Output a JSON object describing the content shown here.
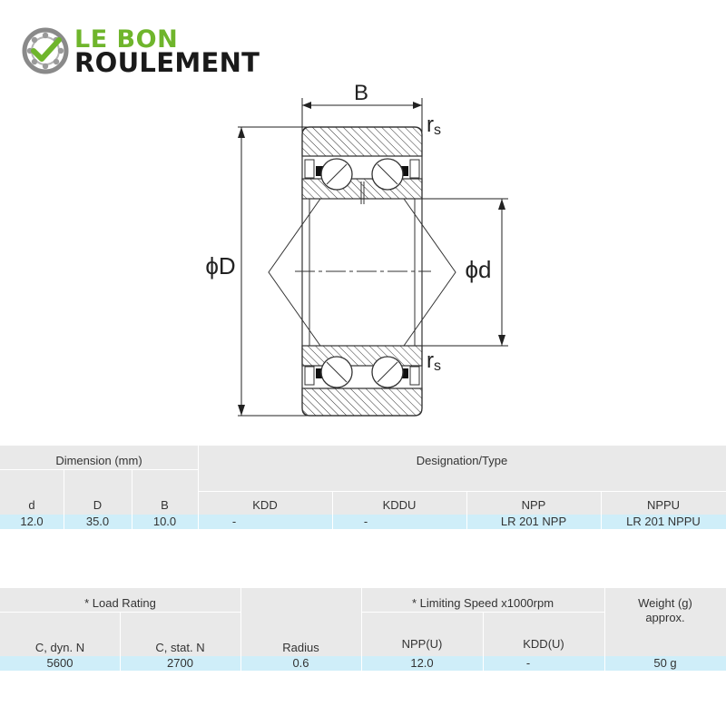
{
  "brand": {
    "line1": "LE BON",
    "line2": "ROULEMENT",
    "green": "#6fb52c",
    "dark": "#1a1a1a"
  },
  "drawing": {
    "width_label": "B",
    "outer_diameter_label": "ϕD",
    "bore_label": "ϕd",
    "radius_label_top": "r",
    "radius_label_top_sub": "s",
    "radius_label_bottom": "r",
    "radius_label_bottom_sub": "s"
  },
  "table1": {
    "group_dimension": "Dimension (mm)",
    "group_designation": "Designation/Type",
    "columns": [
      "d",
      "D",
      "B",
      "KDD",
      "KDDU",
      "NPP",
      "NPPU"
    ],
    "row": [
      "12.0",
      "35.0",
      "10.0",
      "-",
      "-",
      "LR 201 NPP",
      "LR 201 NPPU"
    ]
  },
  "table2": {
    "group_load": "* Load Rating",
    "group_speed": "* Limiting Speed x1000rpm",
    "weight_label": "Weight (g)",
    "weight_sub": "approx.",
    "columns": [
      "C, dyn. N",
      "C, stat. N",
      "Radius",
      "NPP(U)",
      "KDD(U)"
    ],
    "row": [
      "5600",
      "2700",
      "0.6",
      "12.0",
      "-",
      "50 g"
    ]
  },
  "colors": {
    "header_bg": "#e9e9e9",
    "row_bg": "#cfeef9",
    "hatch": "#333333"
  }
}
